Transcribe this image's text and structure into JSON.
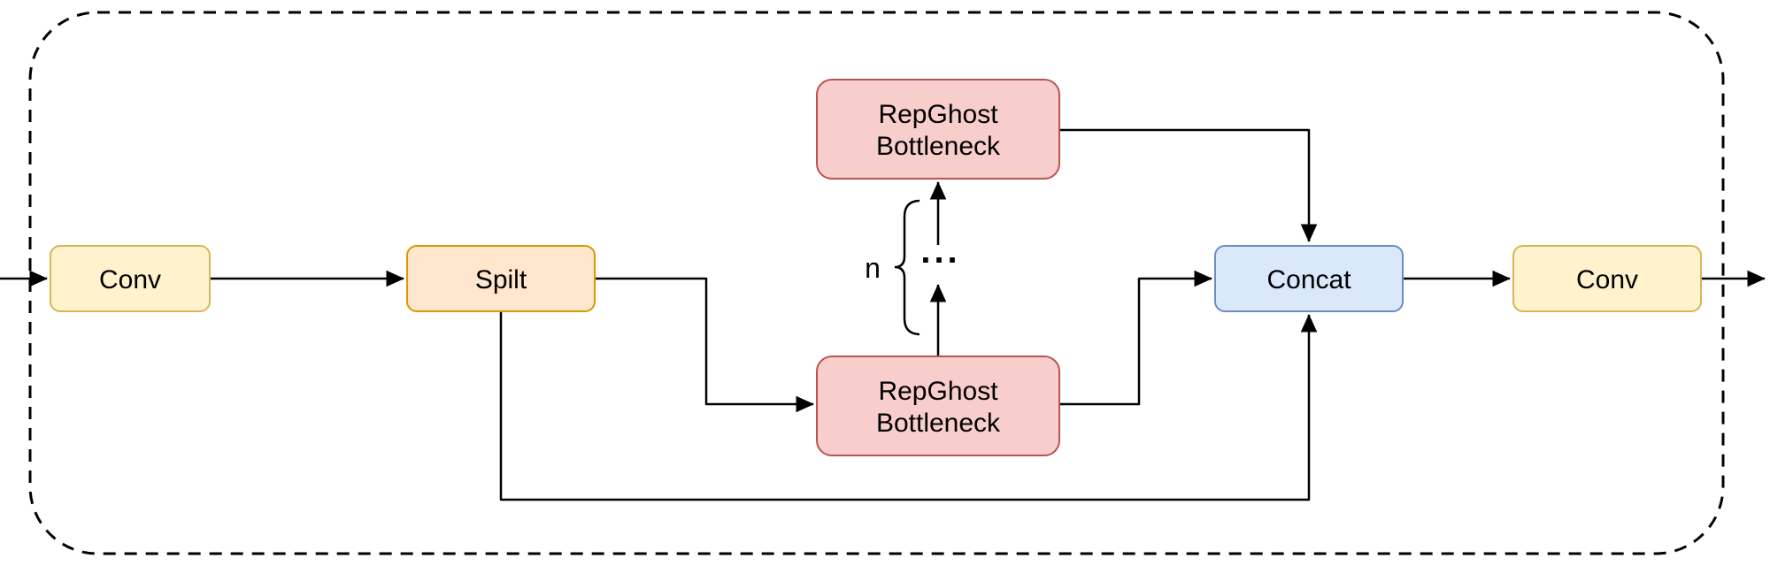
{
  "diagram": {
    "kind": "neural-network-module-block-diagram",
    "background": "#FFFFFF",
    "line_color": "#000000"
  },
  "nodes": {
    "conv_in": {
      "label": "Conv",
      "fill": "#FFF2CC",
      "stroke": "#D6B656"
    },
    "split": {
      "label": "Spilt",
      "fill": "#FFE6CC",
      "stroke": "#D79B00"
    },
    "repghost_top": {
      "line1": "RepGhost",
      "line2": "Bottleneck",
      "fill": "#F8CECC",
      "stroke": "#B85450"
    },
    "repghost_bottom": {
      "line1": "RepGhost",
      "line2": "Bottleneck",
      "fill": "#F8CECC",
      "stroke": "#B85450"
    },
    "concat": {
      "label": "Concat",
      "fill": "#DAE8FC",
      "stroke": "#6C8EBF"
    },
    "conv_out": {
      "label": "Conv",
      "fill": "#FFF2CC",
      "stroke": "#D6B656"
    }
  },
  "annotations": {
    "repeat_label": "n",
    "ellipsis": "..."
  }
}
